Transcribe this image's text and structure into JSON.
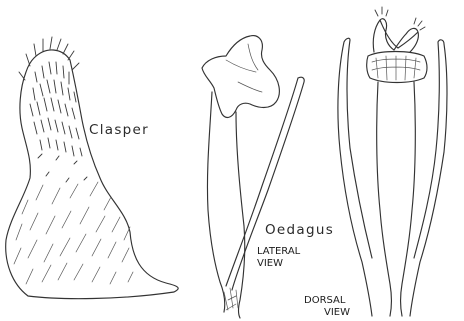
{
  "labels": {
    "clasper": "Clasper",
    "oedagus": "Oedagus",
    "lateral_view": [
      "LATERAL",
      "VIEW"
    ],
    "dorsal_view": [
      "DORSAL",
      "VIEW"
    ]
  }
}
